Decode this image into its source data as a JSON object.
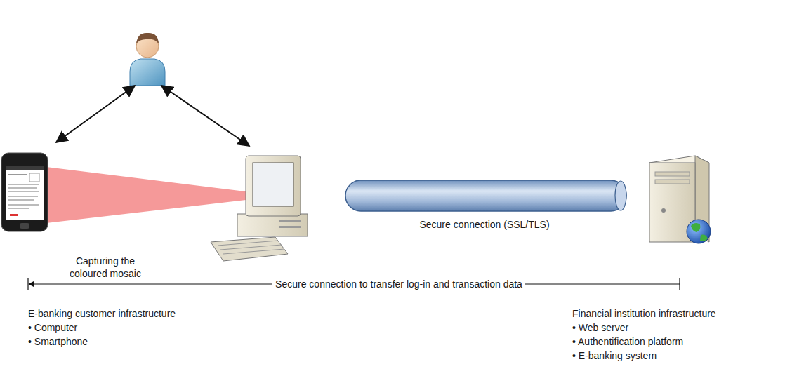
{
  "diagram": {
    "labels": [
      "Capturing the coloured mosaic",
      "Secure connection (SSL/TLS)",
      "Secure connection to transfer log-in and transaction data",
      "E-banking customer infrastructure",
      "• Computer",
      "• Smartphone",
      "Financial institution infrastructure",
      "• Web server",
      "• Authentification platform",
      "• E-banking system"
    ]
  }
}
